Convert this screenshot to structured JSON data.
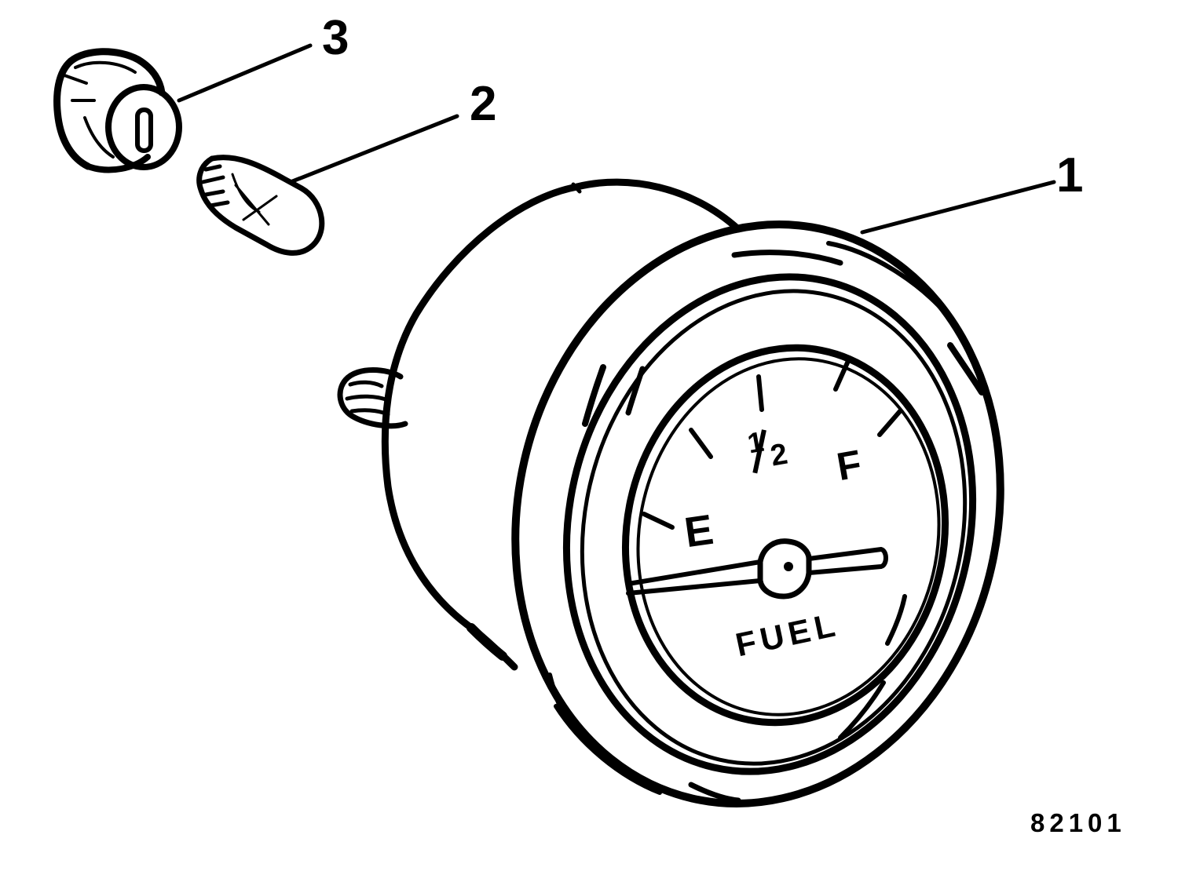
{
  "diagram": {
    "figure_number": "82101",
    "callouts": [
      {
        "number": "1",
        "part": "fuel-gauge"
      },
      {
        "number": "2",
        "part": "bulb"
      },
      {
        "number": "3",
        "part": "bulb-socket"
      }
    ],
    "gauge_dial": {
      "empty_label": "E",
      "half_label_num": "1",
      "half_label_den": "2",
      "full_label": "F",
      "name_label": "FUEL"
    },
    "colors": {
      "ink": "#000000",
      "paper": "#ffffff"
    }
  }
}
